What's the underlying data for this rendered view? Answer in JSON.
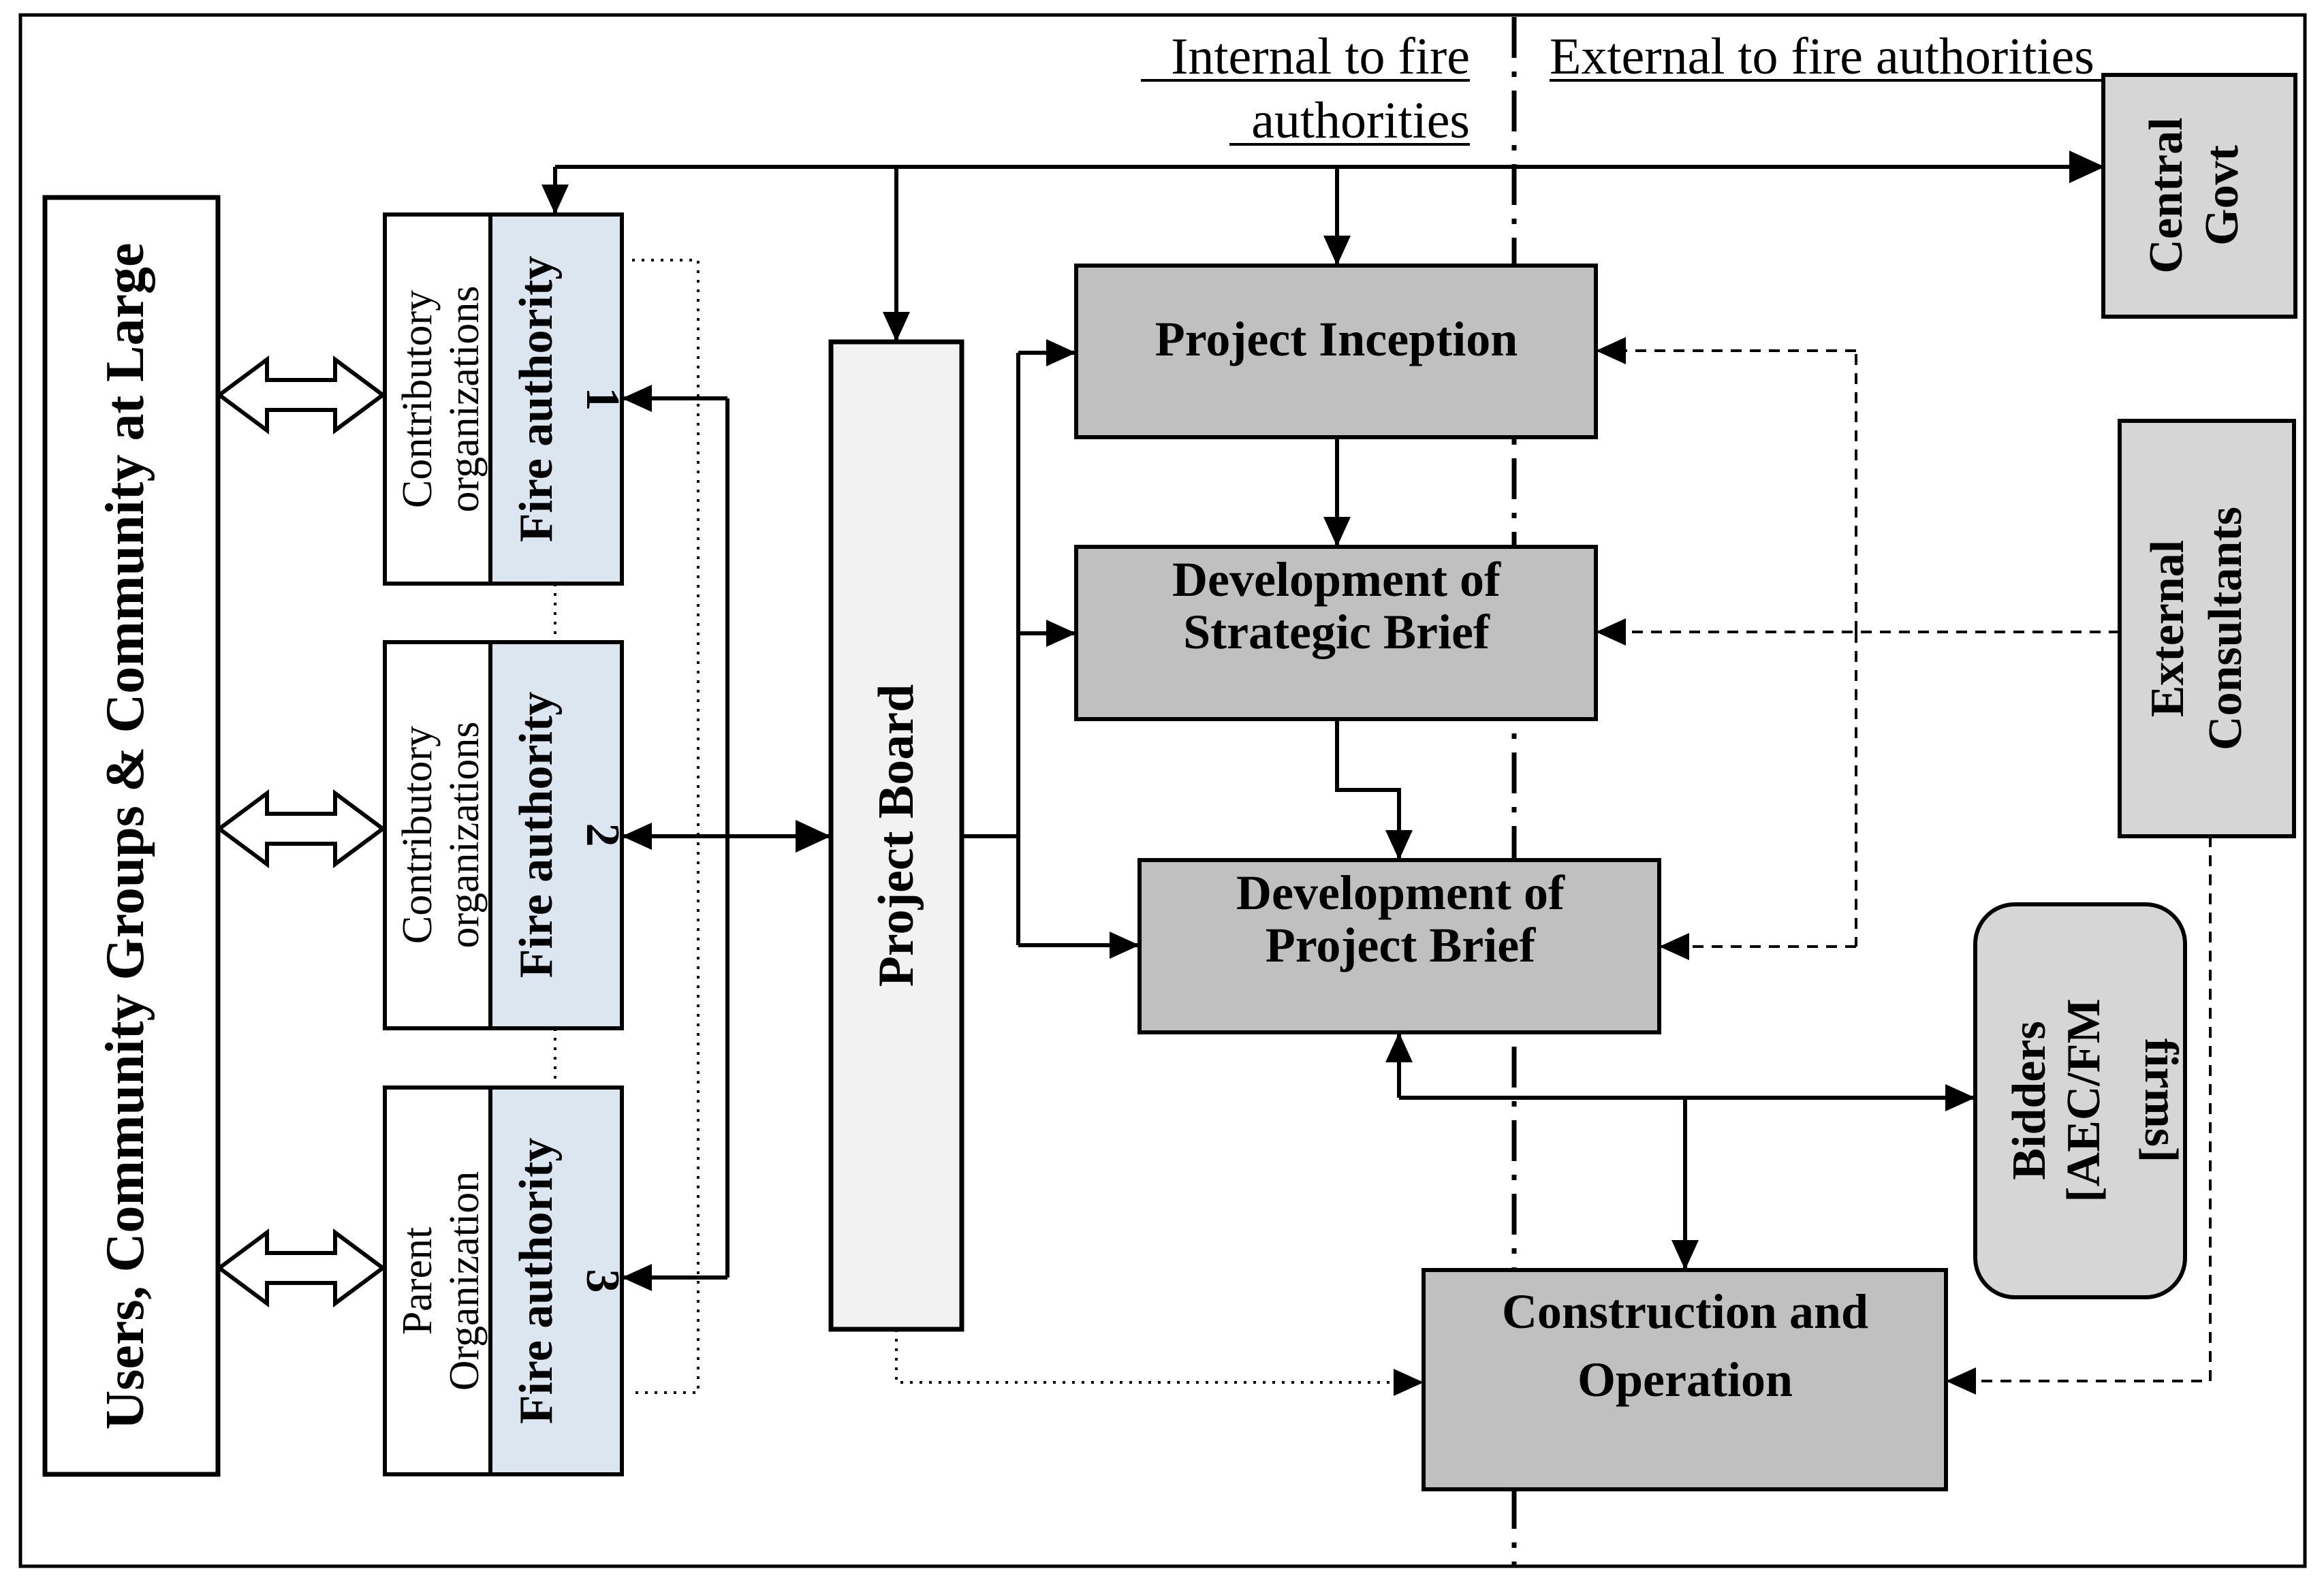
{
  "header": {
    "internal_line1": "Internal to fire",
    "internal_line2": "authorities",
    "external": "External to fire authorities"
  },
  "left_panel": {
    "label": "Users, Community Groups & Community at Large"
  },
  "fire_authorities": [
    {
      "org_line1": "Contributory",
      "org_line2": "organizations",
      "fa_label": "Fire authority",
      "fa_number": "1"
    },
    {
      "org_line1": "Contributory",
      "org_line2": "organizations",
      "fa_label": "Fire authority",
      "fa_number": "2"
    },
    {
      "org_line1": "Parent",
      "org_line2": "Organization",
      "fa_label": "Fire authority",
      "fa_number": "3"
    }
  ],
  "project_board": {
    "label": "Project Board"
  },
  "process": {
    "inception": "Project Inception",
    "strategic_line1": "Development of",
    "strategic_line2": "Strategic Brief",
    "project_brief_line1": "Development of",
    "project_brief_line2": "Project Brief",
    "construction_line1": "Construction and",
    "construction_line2": "Operation"
  },
  "external": {
    "central_govt_line1": "Central",
    "central_govt_line2": "Govt",
    "consultants_line1": "External",
    "consultants_line2": "Consultants",
    "bidders_line1": "Bidders",
    "bidders_line2": "[AEC/FM",
    "bidders_line3": "firms]"
  },
  "colors": {
    "process_box": "#c0c0c0",
    "fire_authority": "#dce6f1",
    "project_board": "#f2f2f2",
    "line": "#000000"
  }
}
